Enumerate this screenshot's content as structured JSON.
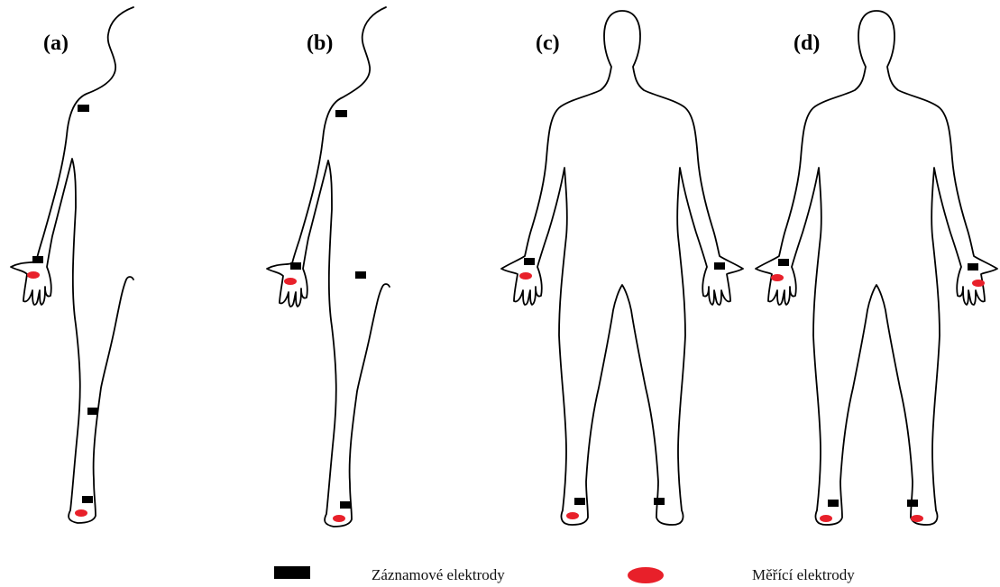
{
  "panels": [
    {
      "id": "a",
      "label": "(a)"
    },
    {
      "id": "b",
      "label": "(b)"
    },
    {
      "id": "c",
      "label": "(c)"
    },
    {
      "id": "d",
      "label": "(d)"
    }
  ],
  "legend": {
    "recording_label": "Záznamové elektrody",
    "measuring_label": "Měřící elektrody"
  },
  "colors": {
    "outline": "#000000",
    "recording_electrode": "#000000",
    "measuring_electrode": "#e8202a",
    "background": "#ffffff"
  }
}
